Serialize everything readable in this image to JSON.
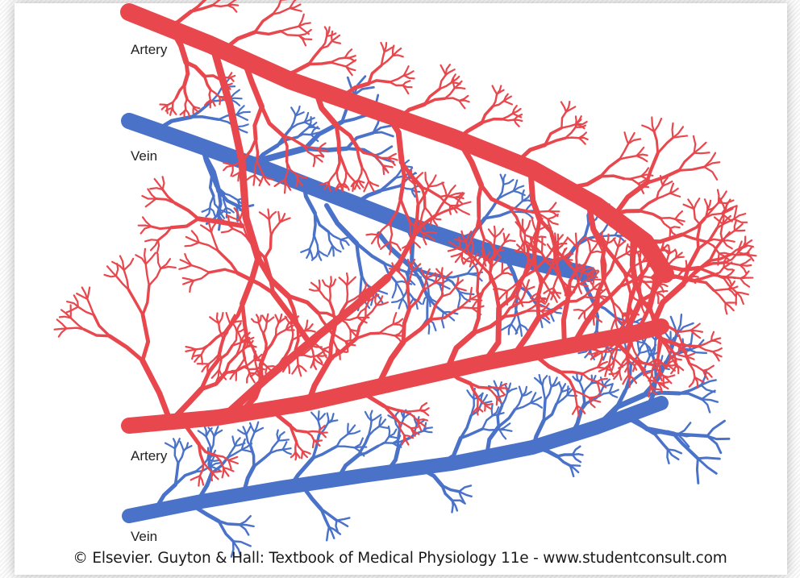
{
  "labels": {
    "artery_top": "Artery",
    "vein_top": "Vein",
    "artery_bottom": "Artery",
    "vein_bottom": "Vein"
  },
  "caption": "© Elsevier. Guyton & Hall: Textbook of Medical Physiology 11e - www.studentconsult.com",
  "colors": {
    "artery": "#e8474d",
    "vein": "#4a72c8",
    "background": "#ffffff"
  }
}
